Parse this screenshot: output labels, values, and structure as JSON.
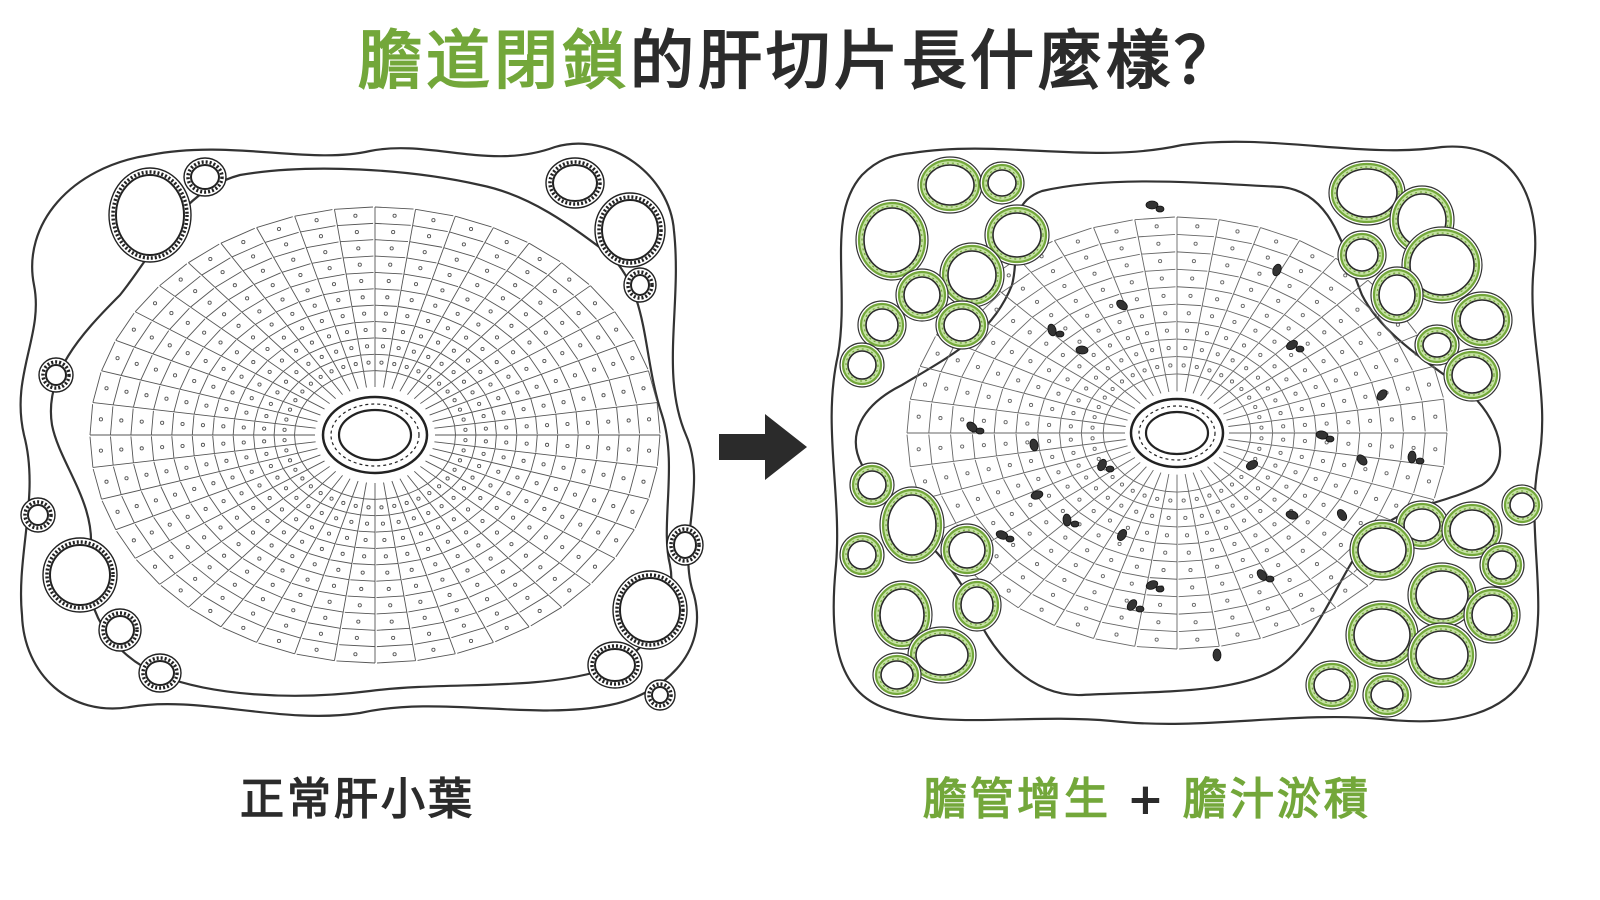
{
  "title": {
    "accent": "膽道閉鎖",
    "rest": "的肝切片長什麼樣？"
  },
  "left_caption": "正常肝小葉",
  "right_caption": {
    "part1": "膽管增生",
    "plus": "+",
    "part2": "膽汁淤積"
  },
  "colors": {
    "accent_green": "#73a73a",
    "duct_fill": "#c6e3a4",
    "ink": "#2b2b2b"
  },
  "icons": {
    "arrow": "right-arrow-icon"
  }
}
